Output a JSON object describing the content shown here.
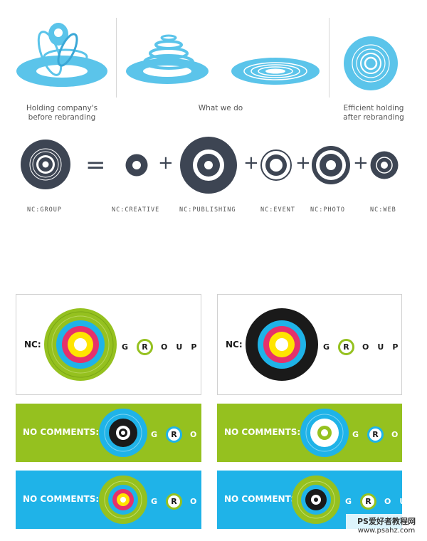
{
  "top": {
    "captions": {
      "holding_before": "Holding company's\nbefore rebranding",
      "what_we_do": "What we do",
      "holding_after": "Efficient holding\nafter rebranding"
    }
  },
  "equation": {
    "equals": "=",
    "plus": "+",
    "labels": [
      "NC:GROUP",
      "NC:CREATIVE",
      "NC:PUBLISHING",
      "NC:EVENT",
      "NC:PHOTO",
      "NC:WEB"
    ]
  },
  "logos": {
    "nc_prefix": "NC:",
    "group_letters": [
      "G",
      "R",
      "O",
      "U",
      "P"
    ],
    "banner_text": "NO COMMENTS:"
  },
  "colors": {
    "light_blue": "#5bc4ea",
    "dark_slate": "#3d4553",
    "lime": "#95c11f",
    "cyan_bg": "#1fb3e8",
    "magenta": "#e5316b",
    "yellow": "#ffe500"
  },
  "watermark": {
    "line1": "PS爱好者教程网",
    "line2": "www.psahz.com"
  }
}
